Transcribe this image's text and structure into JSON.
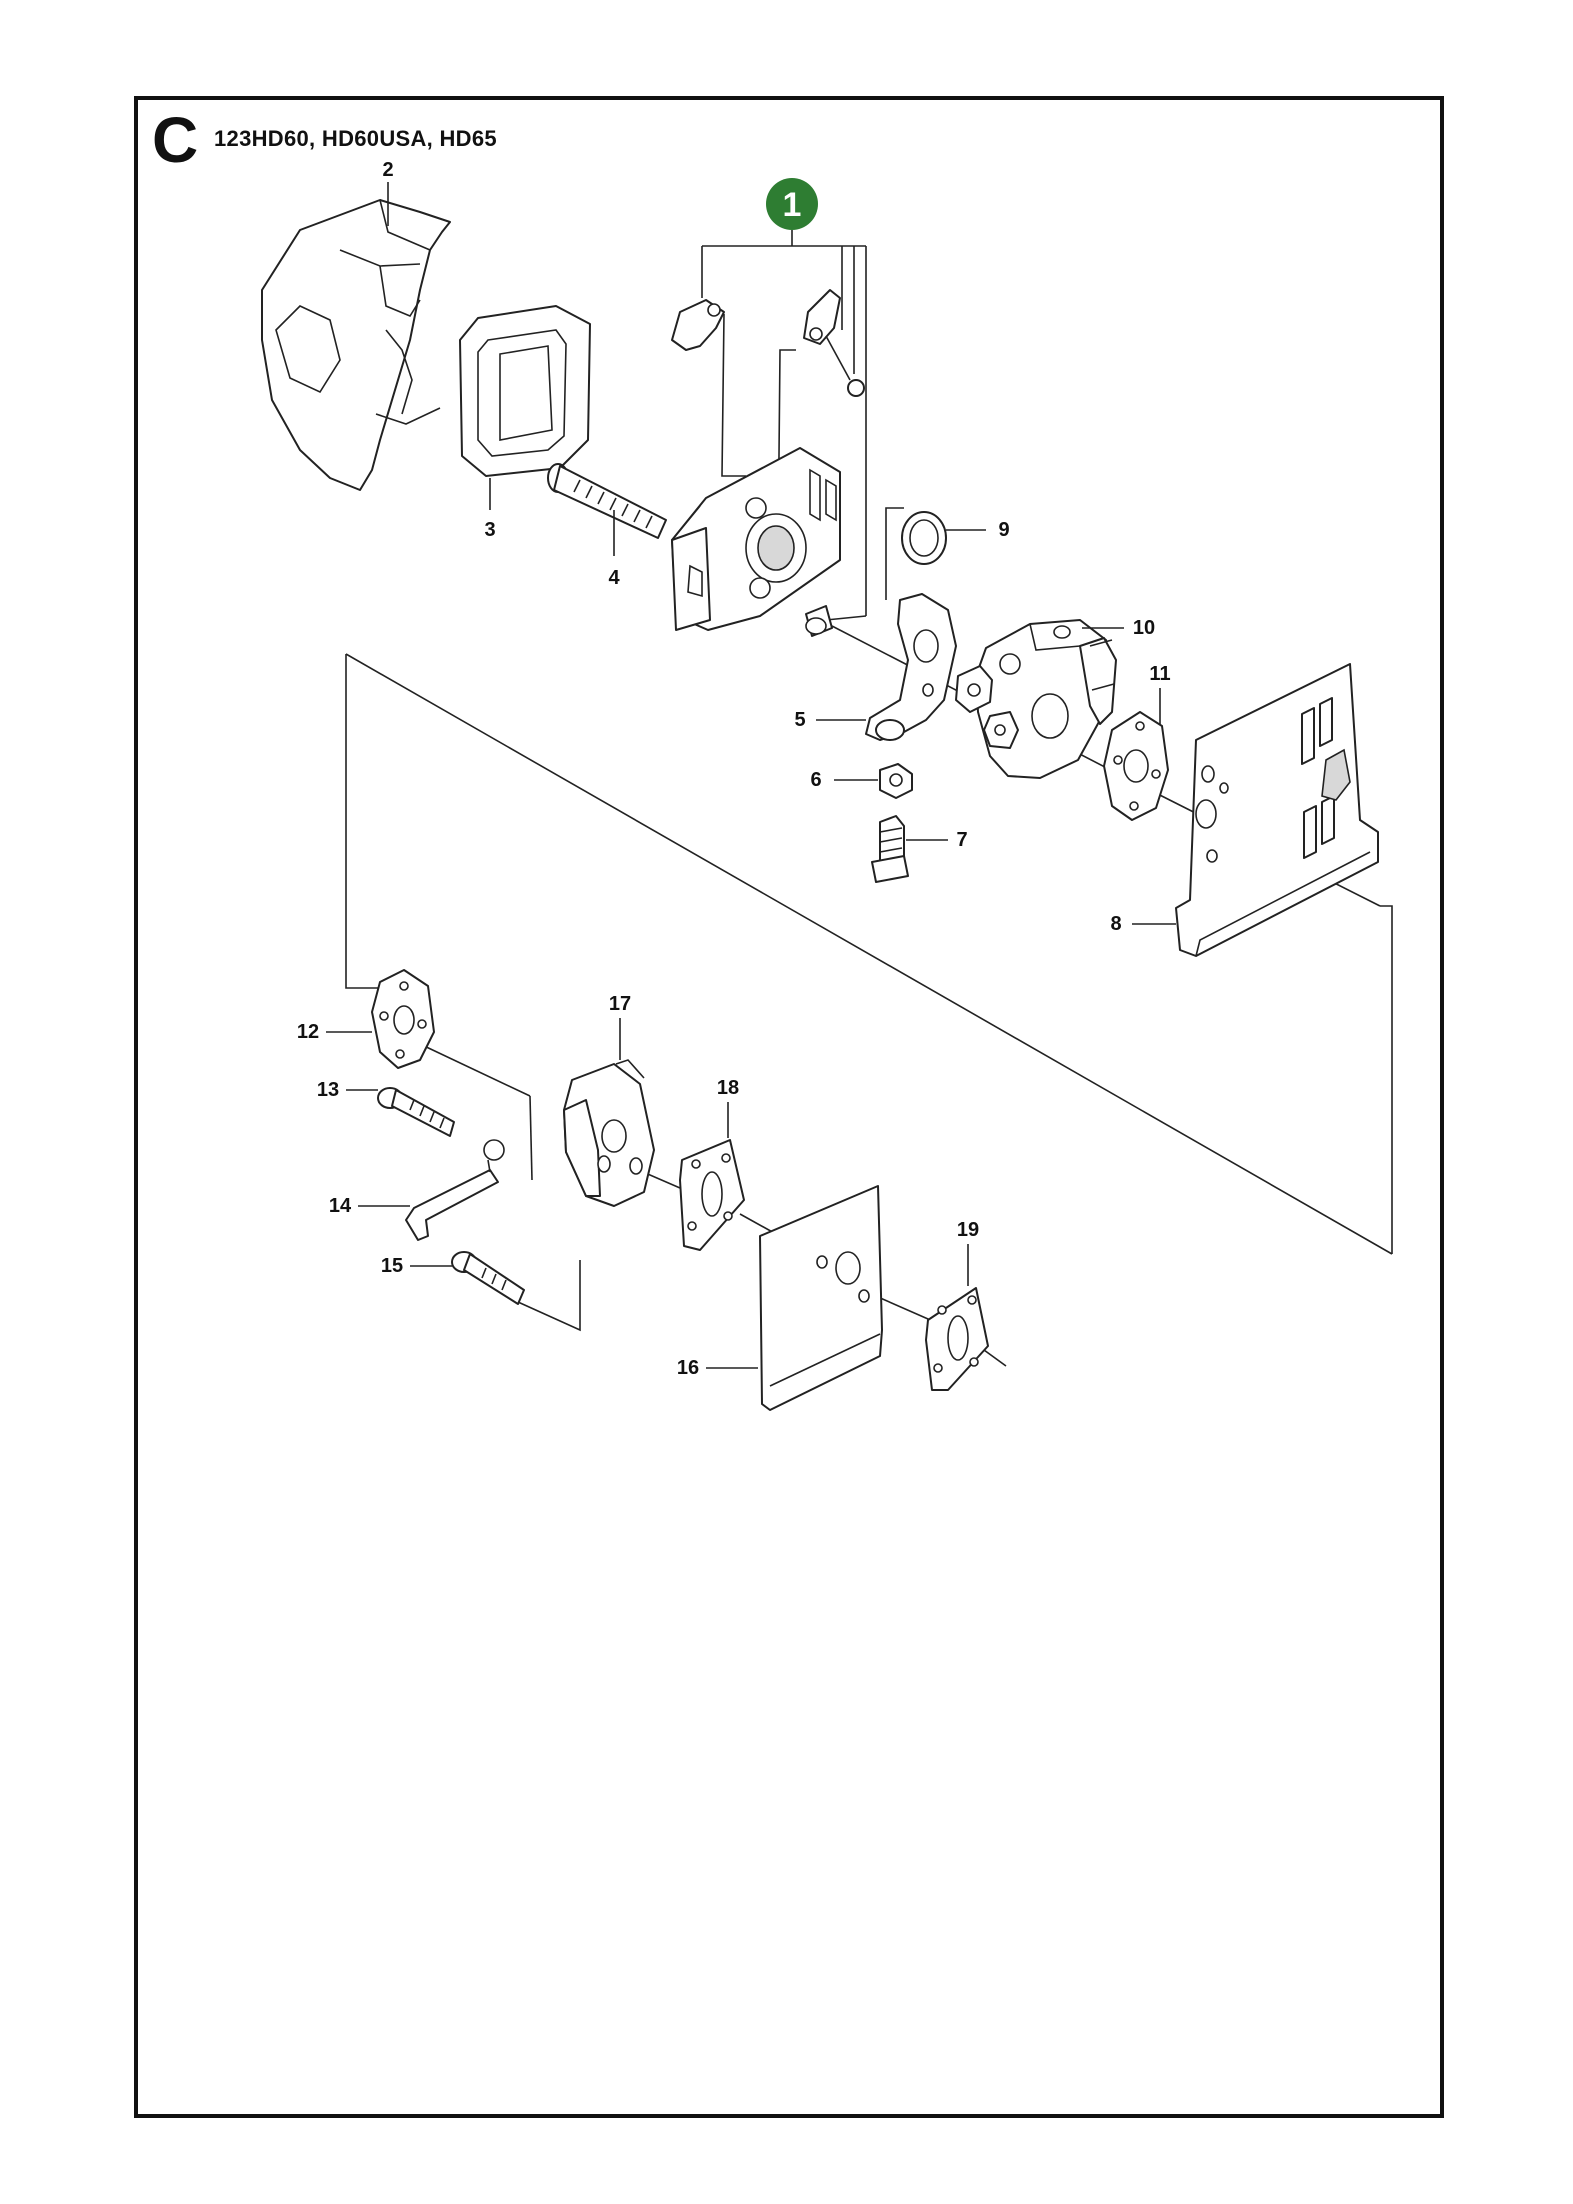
{
  "header": {
    "section_letter": "C",
    "models": "123HD60, HD60USA, HD65"
  },
  "kit_badge": {
    "label": "1",
    "color": "#2e7d32"
  },
  "callouts": [
    {
      "id": "2",
      "label": "2"
    },
    {
      "id": "3",
      "label": "3"
    },
    {
      "id": "4",
      "label": "4"
    },
    {
      "id": "5",
      "label": "5"
    },
    {
      "id": "6",
      "label": "6"
    },
    {
      "id": "7",
      "label": "7"
    },
    {
      "id": "8",
      "label": "8"
    },
    {
      "id": "9",
      "label": "9"
    },
    {
      "id": "10",
      "label": "10"
    },
    {
      "id": "11",
      "label": "11"
    },
    {
      "id": "12",
      "label": "12"
    },
    {
      "id": "13",
      "label": "13"
    },
    {
      "id": "14",
      "label": "14"
    },
    {
      "id": "15",
      "label": "15"
    },
    {
      "id": "16",
      "label": "16"
    },
    {
      "id": "17",
      "label": "17"
    },
    {
      "id": "18",
      "label": "18"
    },
    {
      "id": "19",
      "label": "19"
    }
  ]
}
